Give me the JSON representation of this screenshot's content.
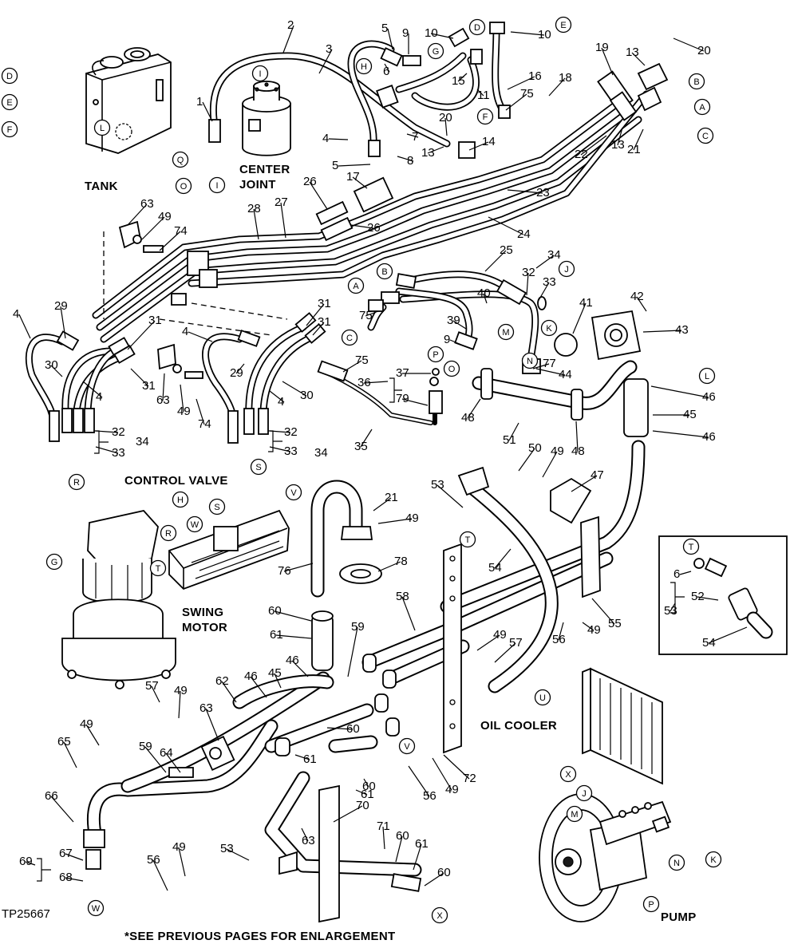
{
  "labels": {
    "tank": "TANK",
    "center_joint_1": "CENTER",
    "center_joint_2": "JOINT",
    "control_valve": "CONTROL VALVE",
    "swing_motor_1": "SWING",
    "swing_motor_2": "MOTOR",
    "oil_cooler": "OIL COOLER",
    "pump": "PUMP",
    "figure_id": "TP25667",
    "footnote": "*SEE PREVIOUS PAGES FOR ENLARGEMENT"
  },
  "callout_numbers": [
    "1",
    "2",
    "3",
    "4",
    "5",
    "6",
    "7",
    "8",
    "9",
    "10",
    "11",
    "13",
    "14",
    "15",
    "16",
    "17",
    "18",
    "19",
    "20",
    "21",
    "22",
    "23",
    "24",
    "25",
    "26",
    "27",
    "28",
    "29",
    "30",
    "31",
    "32",
    "33",
    "34",
    "35",
    "36",
    "37",
    "39",
    "40",
    "41",
    "42",
    "43",
    "44",
    "45",
    "46",
    "47",
    "48",
    "49",
    "50",
    "51",
    "52",
    "53",
    "54",
    "55",
    "56",
    "57",
    "58",
    "59",
    "60",
    "61",
    "62",
    "63",
    "64",
    "65",
    "66",
    "67",
    "68",
    "69",
    "70",
    "71",
    "72",
    "74",
    "75",
    "76",
    "77",
    "78",
    "79"
  ],
  "connection_letters": [
    "A",
    "B",
    "C",
    "D",
    "E",
    "F",
    "G",
    "H",
    "I",
    "J",
    "K",
    "L",
    "M",
    "N",
    "O",
    "P",
    "Q",
    "R",
    "S",
    "T",
    "U",
    "V",
    "W",
    "X"
  ]
}
